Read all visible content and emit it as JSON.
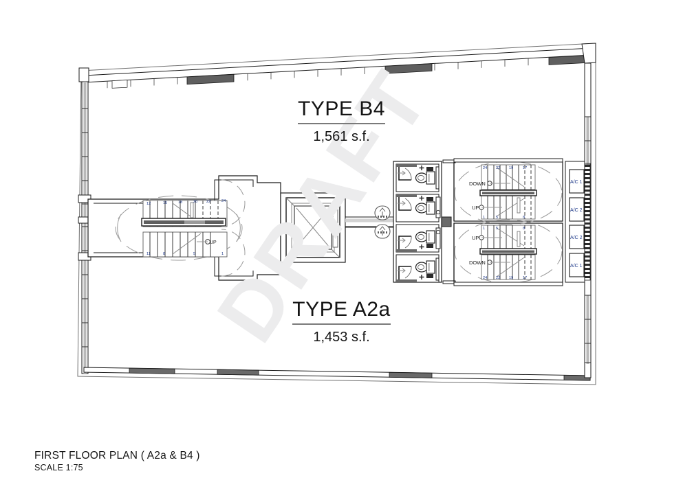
{
  "drawing": {
    "caption_line1": "FIRST FLOOR PLAN ( A2a & B4 )",
    "caption_line2": "SCALE  1:75",
    "watermark": "DRAFT",
    "sheet_background": "#ffffff",
    "line_color": "#1a1a1a",
    "wall_fill": "#666666",
    "hatch_color": "#2b2b2b"
  },
  "units": [
    {
      "id": "b4",
      "name": "TYPE B4",
      "area": "1,561 s.f."
    },
    {
      "id": "a2a",
      "name": "TYPE A2a",
      "area": "1,453 s.f."
    }
  ],
  "core": {
    "lift_shaft": {
      "name": "lift-shaft"
    },
    "left_stair": {
      "direction_label": "UP",
      "tread_numbers_upper": [
        "12",
        "15",
        "18",
        "20",
        "22",
        "24"
      ],
      "tread_numbers_lower": [
        "11",
        "8",
        "5",
        "1"
      ]
    },
    "right_stair_upper": {
      "down_label": "DOWN",
      "up_label": "UP",
      "tread_numbers_top": [
        "24",
        "22",
        "19",
        "17"
      ],
      "tread_numbers_bottom": [
        "1",
        "5",
        "8"
      ]
    },
    "right_stair_lower": {
      "up_label": "UP",
      "down_label": "DOWN",
      "tread_numbers_top": [
        "1",
        "5",
        "8"
      ],
      "tread_numbers_bottom": [
        "24",
        "22",
        "19",
        "17"
      ]
    }
  },
  "ac_ledges": [
    {
      "label": "A/C 1",
      "position": "upper-outer"
    },
    {
      "label": "A/C 2",
      "position": "upper-inner"
    },
    {
      "label": "A/C 2",
      "position": "lower-inner"
    },
    {
      "label": "A/C 1",
      "position": "lower-outer"
    }
  ],
  "bathrooms": [
    {
      "id": "wc-1",
      "fixture": "wc-toilet"
    },
    {
      "id": "wc-2",
      "fixture": "wc-toilet"
    },
    {
      "id": "wc-3",
      "fixture": "wc-toilet"
    },
    {
      "id": "wc-4",
      "fixture": "wc-toilet"
    }
  ]
}
